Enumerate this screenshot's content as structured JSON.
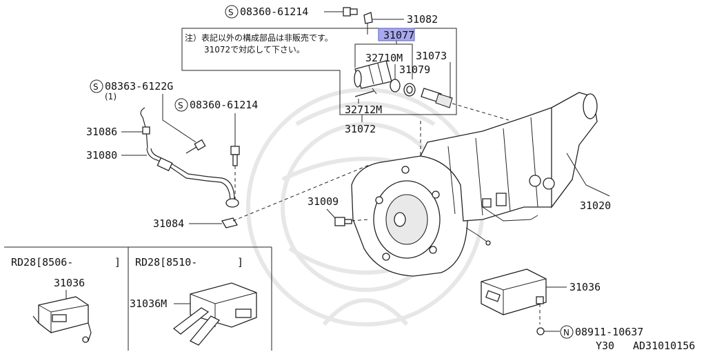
{
  "note": {
    "line1": "注）表記以外の構成部品は非販売です。",
    "line2": "31072で対応して下さい。"
  },
  "labels": {
    "screw_top": "08360-61214",
    "screw_top_prefix": "S",
    "p31082": "31082",
    "p31077": "31077",
    "p32710m": "32710M",
    "p31073": "31073",
    "p31079": "31079",
    "p32712m": "32712M",
    "p31072": "31072",
    "screw_left": "08363-6122G",
    "screw_left_prefix": "S",
    "screw_left_qty": "(1)",
    "screw_mid": "08360-61214",
    "screw_mid_prefix": "S",
    "p31086": "31086",
    "p31080": "31080",
    "p31084": "31084",
    "p31009": "31009",
    "p31020": "31020",
    "p31036_right": "31036",
    "nut": "08911-10637",
    "nut_prefix": "N",
    "footer_model": "Y30",
    "footer_code": "AD31010156"
  },
  "panels": {
    "left": {
      "title": "RD28[8506-",
      "bracket": "]",
      "part": "31036"
    },
    "right": {
      "title": "RD28[8510-",
      "bracket": "]",
      "part": "31036M"
    }
  },
  "colors": {
    "highlight": "#a9a9ee",
    "line": "#222222"
  }
}
